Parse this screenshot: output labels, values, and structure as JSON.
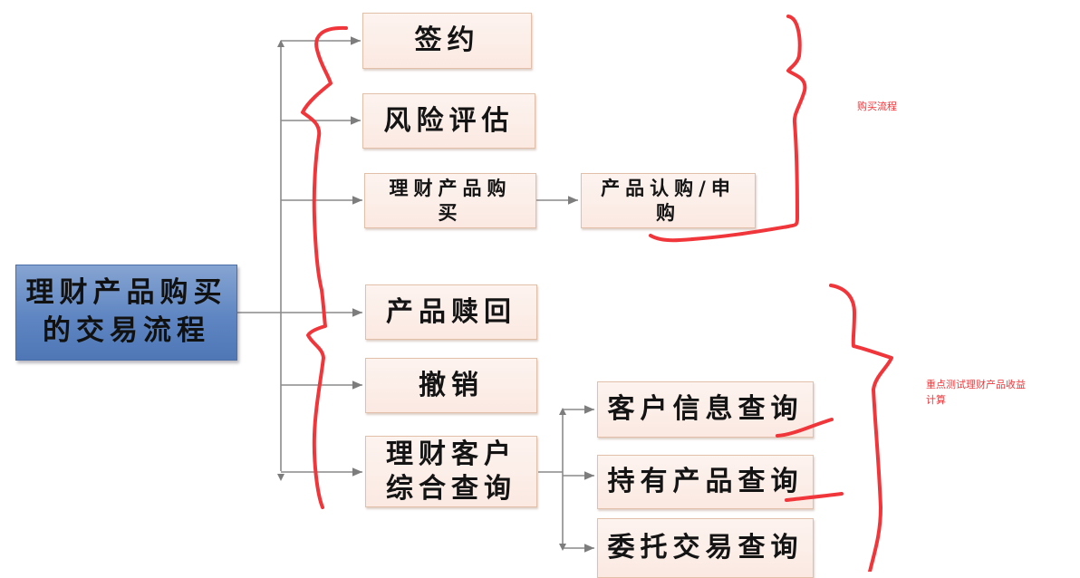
{
  "diagram": {
    "root": {
      "line1": "理财产品购买",
      "line2": "的交易流程"
    },
    "level1": [
      {
        "id": "sign",
        "lines": [
          "签约"
        ]
      },
      {
        "id": "risk",
        "lines": [
          "风险评估"
        ]
      },
      {
        "id": "purchase",
        "lines": [
          "理财产品购",
          "买"
        ]
      },
      {
        "id": "redeem",
        "lines": [
          "产品赎回"
        ]
      },
      {
        "id": "cancel",
        "lines": [
          "撤销"
        ]
      },
      {
        "id": "query",
        "lines": [
          "理财客户",
          "综合查询"
        ]
      }
    ],
    "level2": {
      "purchase_children": [
        {
          "id": "subscribe",
          "lines": [
            "产品认购/申",
            "购"
          ]
        }
      ],
      "query_children": [
        {
          "id": "customer-info",
          "lines": [
            "客户信息查询"
          ]
        },
        {
          "id": "holdings",
          "lines": [
            "持有产品查询"
          ]
        },
        {
          "id": "entrusted-trades",
          "lines": [
            "委托交易查询"
          ]
        }
      ]
    }
  },
  "annotations": {
    "purchase_flow_label": "购买流程",
    "focus_test_label_line1": "重点测试理财产品收益",
    "focus_test_label_line2": "计算",
    "ink_color": "#f0363a"
  },
  "colors": {
    "root_fill": "#5f86c2",
    "node_fill": "#fbe9e2",
    "node_border": "#e2bfa8",
    "connector": "#8a8a8a"
  }
}
